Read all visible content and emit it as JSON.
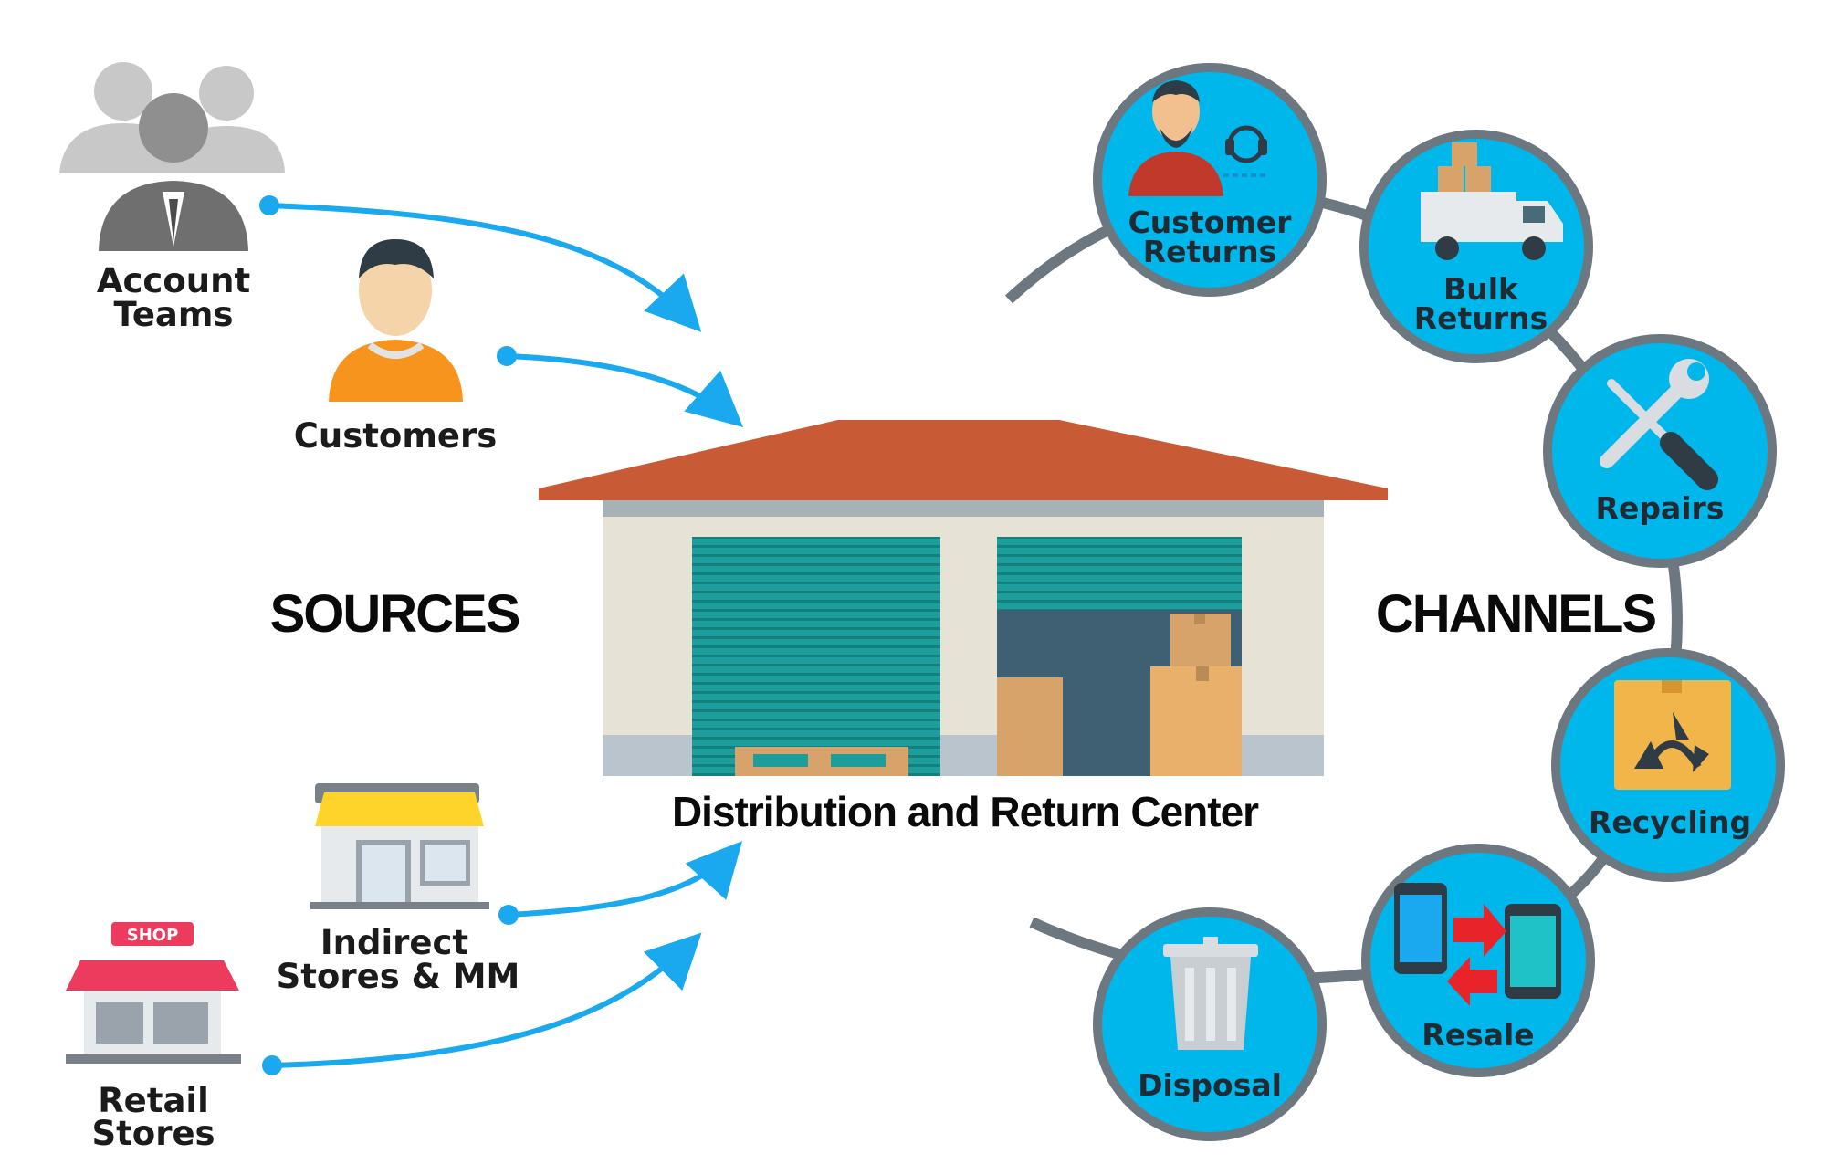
{
  "headings": {
    "sources": "SOURCES",
    "channels": "CHANNELS",
    "center": "Distribution and Return Center"
  },
  "sources": [
    {
      "lines": [
        "Account",
        "Teams"
      ],
      "icon": "people-group-icon"
    },
    {
      "lines": [
        "Customers"
      ],
      "icon": "customer-person-icon"
    },
    {
      "lines": [
        "Indirect",
        "Stores & MM"
      ],
      "icon": "storefront-icon"
    },
    {
      "lines": [
        "Retail",
        "Stores"
      ],
      "icon": "shop-icon"
    }
  ],
  "channels": [
    {
      "lines": [
        "Customer",
        "Returns"
      ],
      "icon": "customer-service-icon"
    },
    {
      "lines": [
        "Bulk",
        "Returns"
      ],
      "icon": "delivery-truck-icon"
    },
    {
      "lines": [
        "Repairs"
      ],
      "icon": "wrench-screwdriver-icon"
    },
    {
      "lines": [
        "Recycling"
      ],
      "icon": "recycle-icon"
    },
    {
      "lines": [
        "Resale"
      ],
      "icon": "phone-exchange-icon"
    },
    {
      "lines": [
        "Disposal"
      ],
      "icon": "trash-bin-icon"
    }
  ],
  "colors": {
    "arrow": "#1aa9ee",
    "channel_circle": "#00b7ec",
    "channel_ring": "#6d7780",
    "roof": "#c95a36",
    "door": "#1b9e9c"
  }
}
